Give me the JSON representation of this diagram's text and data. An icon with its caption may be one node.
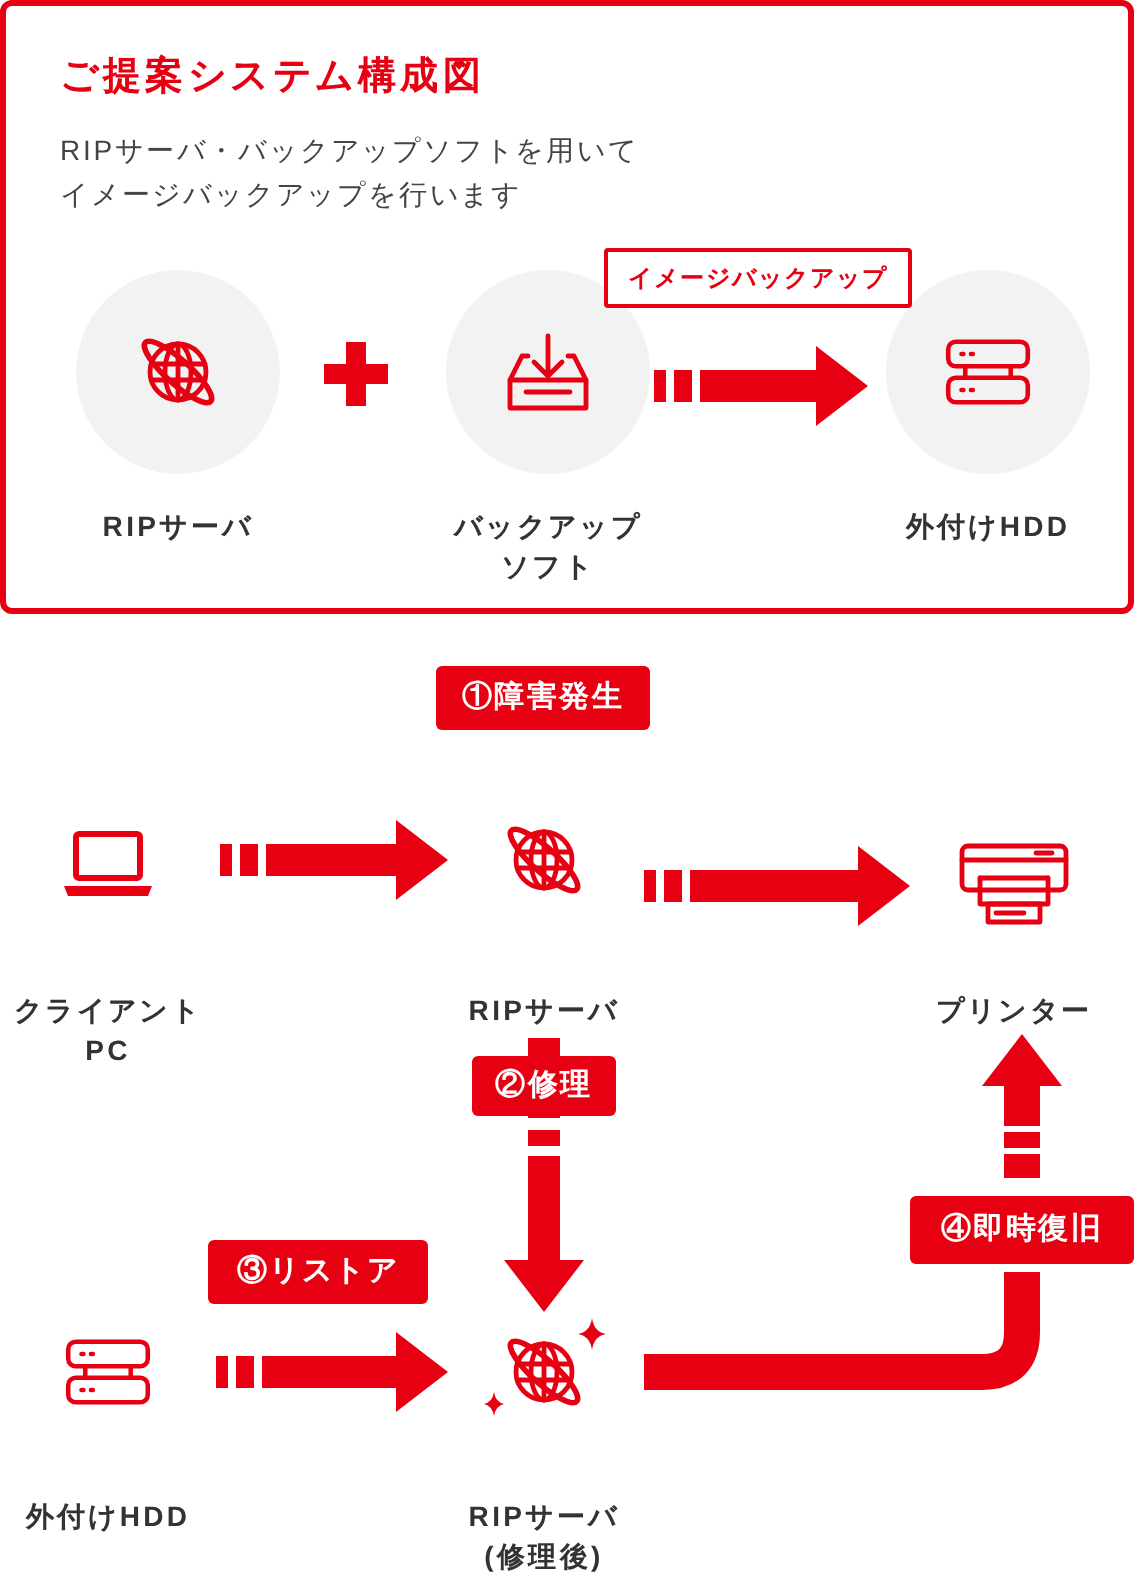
{
  "diagram": {
    "nodes": [
      {
        "text": [
          "ご提案システム構成図",
          "RIPサーバ・バックアップソフトを用いてイメージバックアップを行います"
        ]
      },
      {
        "text": [
          "RIPサーバ"
        ],
        "in": 0
      },
      {
        "text": [
          "バックアップソフト"
        ],
        "in": 0
      },
      {
        "text": [
          "外付けHDD"
        ],
        "in": 0
      },
      {
        "text": [
          "①障害発生"
        ]
      },
      {
        "text": [
          "クライアントPC"
        ]
      },
      {
        "text": [
          "RIPサーバ"
        ]
      },
      {
        "text": [
          "プリンター"
        ]
      },
      {
        "text": [
          "外付けHDD"
        ]
      },
      {
        "text": [
          "RIPサーバ(修理後)"
        ]
      },
      {
        "text": [
          "③リストア"
        ]
      },
      {
        "text": [
          "④即時復旧"
        ]
      }
    ],
    "edges": [
      {
        "from": 2,
        "to": 3,
        "arrow": "to",
        "label": "イメージバックアップ"
      },
      {
        "from": 5,
        "to": 6,
        "arrow": "to"
      },
      {
        "from": 6,
        "to": 7,
        "arrow": "to"
      },
      {
        "from": 6,
        "to": 9,
        "arrow": "to",
        "label": "②修理"
      },
      {
        "from": 8,
        "to": 9,
        "arrow": "to"
      },
      {
        "from": 9,
        "to": 11,
        "arrow": "none"
      },
      {
        "from": 11,
        "to": 7,
        "arrow": "to"
      }
    ]
  }
}
